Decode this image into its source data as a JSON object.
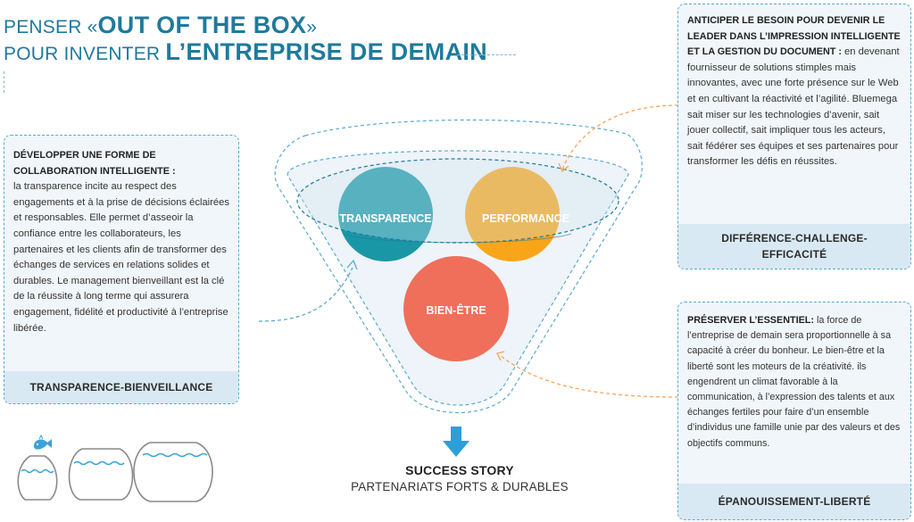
{
  "title": {
    "line1_a": "PENSER «",
    "line1_b": "OUT OF THE BOX",
    "line1_c": "»",
    "line2_a": "POUR INVENTER ",
    "line2_b": "L’ENTREPRISE DE DEMAIN"
  },
  "left_panel": {
    "heading": "DÉVELOPPER UNE FORME DE COLLABORATION INTELLIGENTE :",
    "text": "la transparence incite au respect des engagements et à la prise de décisions éclairées et responsables. Elle permet d’asseoir la confiance entre les collaborateurs, les partenaires et les clients afin de transformer des échanges de services en relations solides et durables. Le management bienveillant est la clé de la réussite à long terme qui assurera engagement, fidélité et productivité à l’entreprise libérée.",
    "footer": "TRANSPARENCE-BIENVEILLANCE"
  },
  "top_right_panel": {
    "heading": "ANTICIPER LE BESOIN POUR DEVENIR LE LEADER DANS L’IMPRESSION INTELLIGENTE ET LA GESTION DU DOCUMENT :",
    "text": " en devenant fournisseur de solutions stimples mais innovantes, avec une forte présence sur le Web et en cultivant la réactivité et l’agilité. Bluemega sait miser sur les technologies d’avenir, sait jouer collectif, sait impliquer tous les acteurs, sait fédérer ses équipes et ses partenaires pour transformer les défis en réussites.",
    "footer_line1": "DIFFÉRENCE-CHALLENGE-",
    "footer_line2": "EFFICACITÉ"
  },
  "bottom_right_panel": {
    "heading": "PRÉSERVER L’ESSENTIEL:",
    "text": " la force de l’entreprise de demain sera proportionnelle à sa capacité à créer du bonheur. Le bien-être et la liberté sont les moteurs de la créativité. ils engendrent un climat favorable à la communication, à l’expression des talents et aux échanges fertiles pour faire d’un ensemble d’individus une famille unie par des valeurs et des objectifs communs.",
    "footer": "ÉPANOUISSEMENT-LIBERTÉ"
  },
  "circles": {
    "transparence": "TRANSPARENCE",
    "performance": "PERFORMANCE",
    "bien_etre": "BIEN-ÊTRE"
  },
  "colors": {
    "transparence": "#1a97a6",
    "performance": "#f9a51a",
    "bien_etre": "#ef6f5a",
    "accent_blue": "#1f7a9c",
    "arrow": "#2c9fd8",
    "dashed_orange": "#f3a658"
  },
  "success": {
    "line1": "SUCCESS STORY",
    "line2": "PARTENARIATS FORTS & DURABLES"
  },
  "icons": [
    "fish-icon",
    "fishbowl-small-icon",
    "fishbowl-medium-icon",
    "fishbowl-large-icon",
    "down-arrow-icon"
  ]
}
